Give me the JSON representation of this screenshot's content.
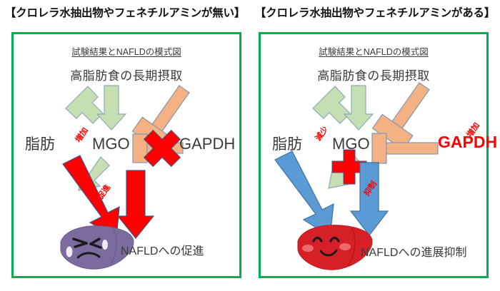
{
  "panels": {
    "left": {
      "title": "【クロレラ水抽出物やフェネチルアミンが無い】",
      "subtitle": "試験結果とNAFLDの模式図",
      "headline": "高脂肪食の長期摂取",
      "nodes": {
        "fat": "脂肪",
        "mgo": "MGO",
        "gapdh": "GAPDH"
      },
      "annotations": {
        "mgo_change": "増加",
        "promotion": "促進"
      },
      "blocked_marker": "red-x-cross",
      "liver": {
        "state": "sad-purple-liver",
        "color": "#7b6b9e"
      },
      "outcome": "NAFLDへの促進"
    },
    "right": {
      "title": "【クロレラ水抽出物やフェネチルアミンがある】",
      "subtitle": "試験結果とNAFLDの模式図",
      "headline": "高脂肪食の長期摂取",
      "nodes": {
        "fat": "脂肪",
        "mgo": "MGO",
        "gapdh": "GAPDH"
      },
      "annotations": {
        "mgo_change": "減少",
        "gapdh_change": "増加",
        "suppression": "抑制"
      },
      "blocked_marker": "red-plus-cross",
      "liver": {
        "state": "happy-red-liver",
        "color": "#d61f26"
      },
      "outcome": "NAFLDへの進展抑制"
    }
  },
  "colors": {
    "panel_border": "#00b050",
    "green_arrow": "#c5dfb3",
    "green_arrow_stroke": "#8fa9b8",
    "orange_bar": "#f4b183",
    "orange_bar_stroke": "#8497b0",
    "red": "#ff0000",
    "red_dark": "#d61f26",
    "blue_arrow": "#5b9bd5",
    "blue_arrow_stroke": "#41719c",
    "text": "#3b3b3b"
  }
}
